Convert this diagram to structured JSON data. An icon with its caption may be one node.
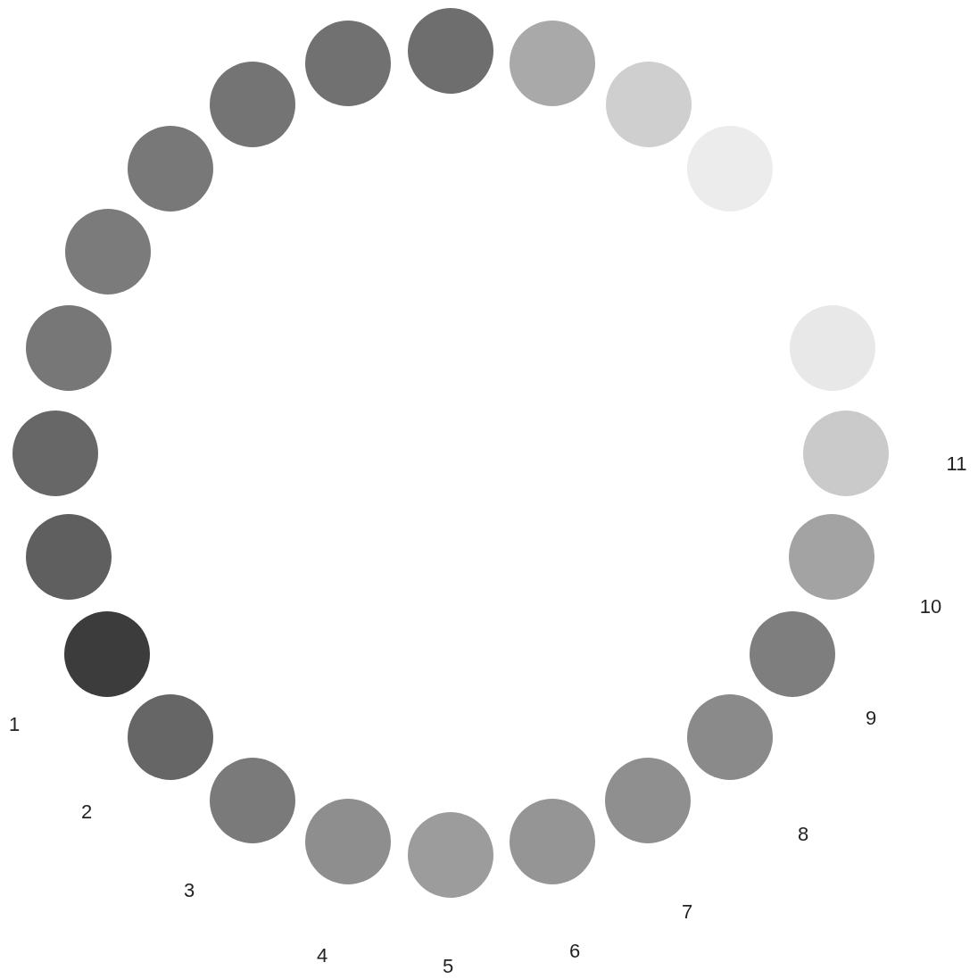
{
  "diagram": {
    "nodes": [
      {
        "text": [],
        "shape": "circle"
      },
      {
        "text": [],
        "shape": "circle"
      },
      {
        "text": [],
        "shape": "circle"
      },
      {
        "text": [],
        "shape": "circle"
      },
      {
        "text": [],
        "shape": "circle"
      },
      {
        "text": [],
        "shape": "circle",
        "beside": [
          "11"
        ]
      },
      {
        "text": [],
        "shape": "circle",
        "beside": [
          "10"
        ]
      },
      {
        "text": [],
        "shape": "circle",
        "beside": [
          "9"
        ]
      },
      {
        "text": [],
        "shape": "circle",
        "beside": [
          "8"
        ]
      },
      {
        "text": [],
        "shape": "circle",
        "beside": [
          "7"
        ]
      },
      {
        "text": [],
        "shape": "circle",
        "beside": [
          "6"
        ]
      },
      {
        "text": [],
        "shape": "circle",
        "beside": [
          "5"
        ]
      },
      {
        "text": [],
        "shape": "circle",
        "beside": [
          "4"
        ]
      },
      {
        "text": [],
        "shape": "circle",
        "beside": [
          "3"
        ]
      },
      {
        "text": [],
        "shape": "circle",
        "beside": [
          "2"
        ]
      },
      {
        "text": [],
        "shape": "circle",
        "beside": [
          "1"
        ]
      },
      {
        "text": [],
        "shape": "circle"
      },
      {
        "text": [],
        "shape": "circle"
      },
      {
        "text": [],
        "shape": "circle"
      },
      {
        "text": [],
        "shape": "circle"
      },
      {
        "text": [],
        "shape": "circle"
      },
      {
        "text": [],
        "shape": "circle"
      },
      {
        "text": [],
        "shape": "circle"
      }
    ]
  }
}
